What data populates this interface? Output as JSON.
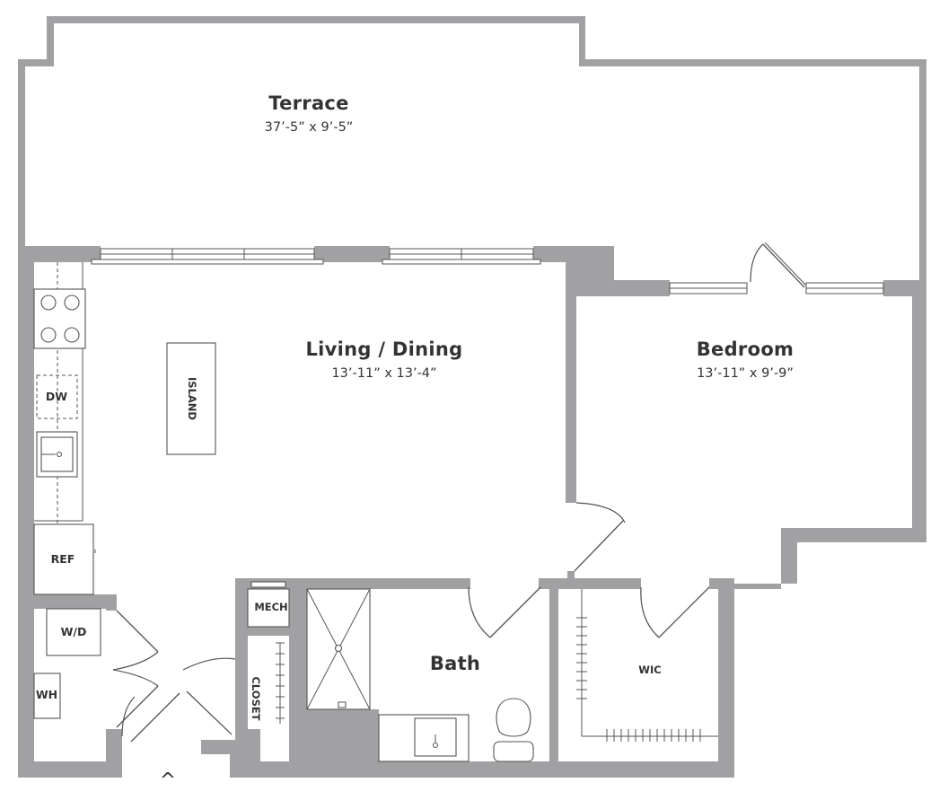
{
  "floorplan": {
    "rooms": {
      "terrace": {
        "name": "Terrace",
        "dims": "37’-5” x 9’-5”"
      },
      "living": {
        "name": "Living / Dining",
        "dims": "13’-11” x 13’-4”"
      },
      "bedroom": {
        "name": "Bedroom",
        "dims": "13’-11” x 9’-9”"
      },
      "bath": {
        "name": "Bath"
      },
      "wic": {
        "name": "WIC"
      },
      "closet": {
        "name": "CLOSET"
      },
      "mech": {
        "name": "MECH"
      }
    },
    "fixtures": {
      "island": "ISLAND",
      "dishwasher": "DW",
      "refrigerator": "REF",
      "washer_dryer": "W/D",
      "water_heater": "WH"
    },
    "entry_marker": "^"
  }
}
